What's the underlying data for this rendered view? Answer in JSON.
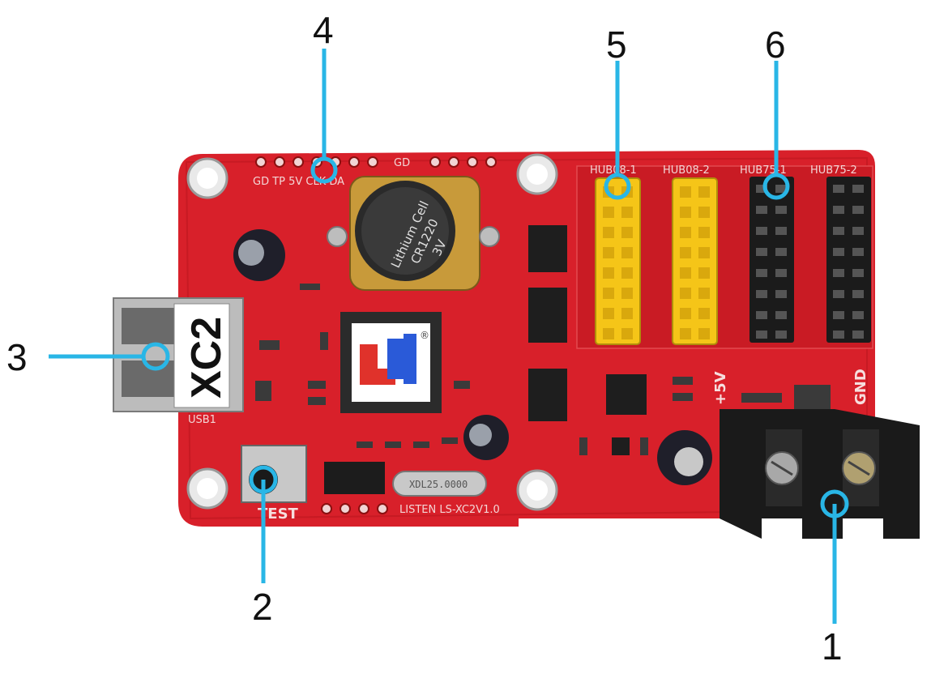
{
  "callouts": [
    {
      "id": "1",
      "label": "1"
    },
    {
      "id": "2",
      "label": "2"
    },
    {
      "id": "3",
      "label": "3"
    },
    {
      "id": "4",
      "label": "4"
    },
    {
      "id": "5",
      "label": "5"
    },
    {
      "id": "6",
      "label": "6"
    }
  ],
  "board": {
    "usb_label": "XC2",
    "usb_silk": "USB1",
    "test_label": "TEST",
    "battery_line1": "Lithium Cell",
    "battery_line2": "CR1220",
    "battery_line3": "3V",
    "crystal": "XDL25.0000",
    "hub1": "HUB08-1",
    "hub2": "HUB08-2",
    "hub3": "HUB75-1",
    "hub4": "HUB75-2",
    "power_plus": "+5V",
    "power_gnd": "GND",
    "model": "LISTEN LS-XC2V1.0",
    "top_header": "GD TP 5V CLK DA",
    "gd_label": "GD",
    "chip_logo_r": "®"
  },
  "colors": {
    "pcb": "#d8202a",
    "pcb_dark": "#b5141c",
    "callout_line": "#29b6e6",
    "yellow_header": "#f5c518",
    "black_header": "#1b1b1b",
    "terminal": "#1a1a1a"
  }
}
